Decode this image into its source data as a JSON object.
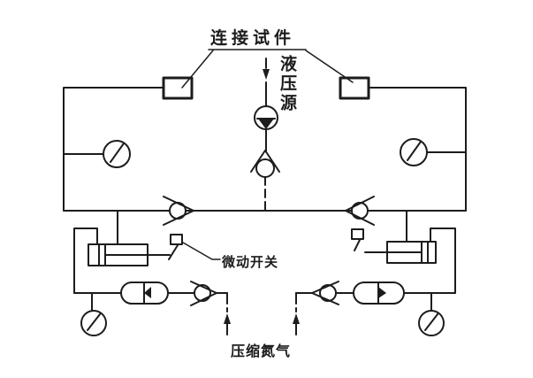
{
  "labels": {
    "connect_test_piece": "连接试件",
    "hydraulic_source": "液压源",
    "micro_switch": "微动开关",
    "compressed_nitrogen": "压缩氮气"
  },
  "colors": {
    "line": "#1c1c1c",
    "background": "#ffffff"
  },
  "components": [
    "test-piece-connector-left",
    "test-piece-connector-right",
    "pressure-gauge-upper-left",
    "pressure-gauge-upper-right",
    "pressure-gauge-lower-left",
    "pressure-gauge-lower-right",
    "hydraulic-pump",
    "relief-check-valve",
    "check-valve-main-left",
    "check-valve-main-right",
    "check-valve-bottom-left",
    "check-valve-bottom-right",
    "hydraulic-cylinder-left",
    "hydraulic-cylinder-right",
    "micro-switch-left",
    "micro-switch-right",
    "accumulator-left",
    "accumulator-right",
    "nitrogen-inlet-left",
    "nitrogen-inlet-right"
  ]
}
